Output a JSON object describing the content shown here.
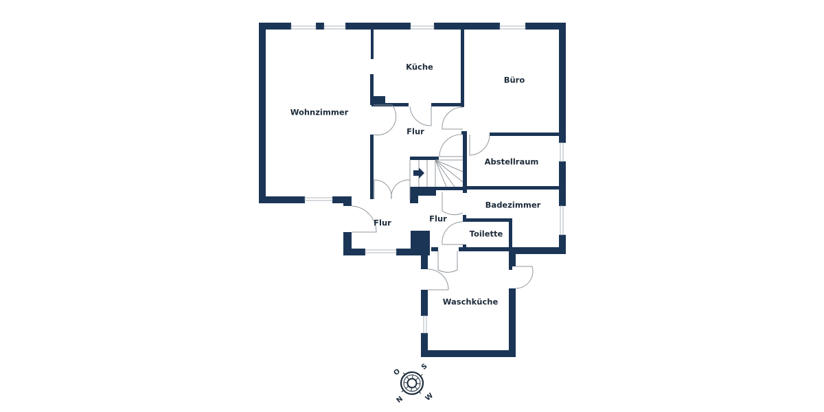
{
  "floorplan": {
    "wall_color": "#1b3556",
    "rooms": {
      "wohnzimmer": "Wohnzimmer",
      "kueche": "Küche",
      "buero": "Büro",
      "flur_upper": "Flur",
      "abstellraum": "Abstellraum",
      "badezimmer": "Badezimmer",
      "flur_left": "Flur",
      "flur_center": "Flur",
      "toilette": "Toilette",
      "waschkueche": "Waschküche"
    },
    "stairs_icon": "arrow-right-icon"
  },
  "compass": {
    "icon": "compass-rose-icon",
    "north": "N",
    "east": "O",
    "south": "S",
    "west": "W"
  }
}
